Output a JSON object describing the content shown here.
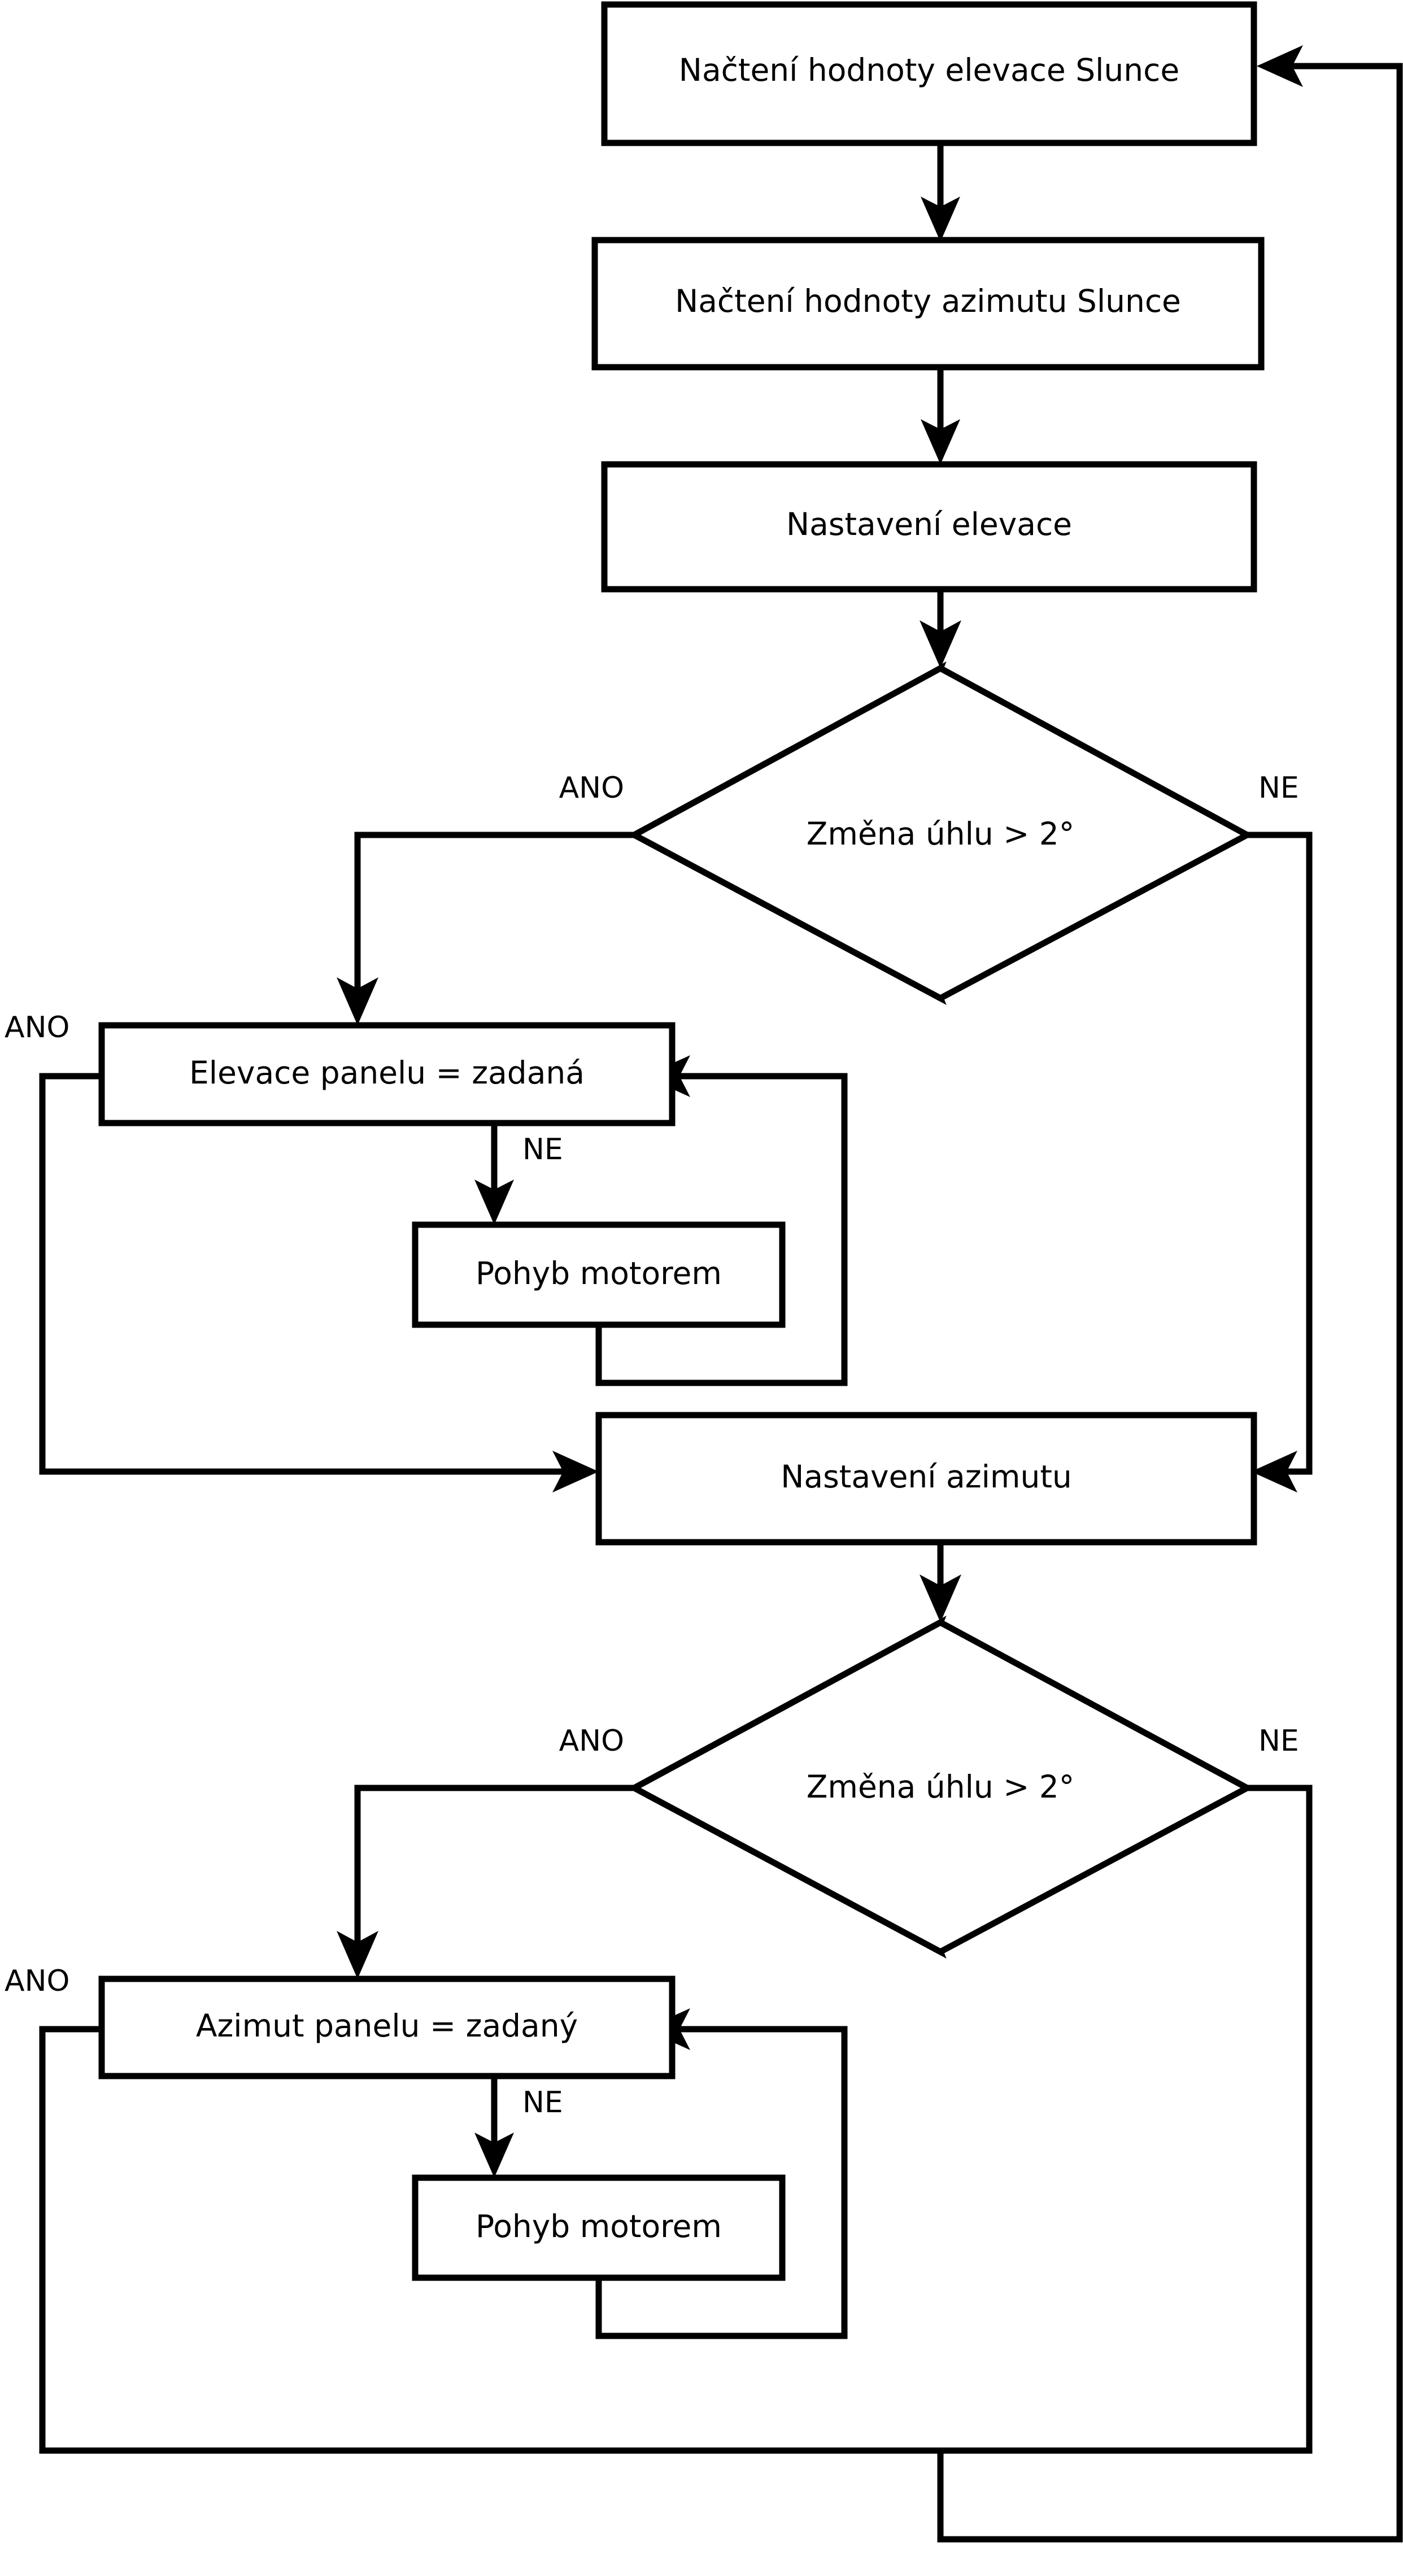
{
  "diagram": {
    "title": "Solar tracker control flowchart",
    "language": "cs",
    "colors": {
      "stroke": "#000000",
      "fill": "#ffffff",
      "text": "#000000"
    },
    "nodes": {
      "read_elevation": {
        "label": "Načtení hodnoty elevace Slunce",
        "shape": "process"
      },
      "read_azimuth": {
        "label": "Načtení hodnoty azimutu Slunce",
        "shape": "process"
      },
      "set_elevation": {
        "label": "Nastavení elevace",
        "shape": "process"
      },
      "decision_elevation": {
        "label": "Změna úhlu > 2°",
        "shape": "decision"
      },
      "panel_elevation_check": {
        "label": "Elevace panelu = zadaná",
        "shape": "process"
      },
      "motor_move_elevation": {
        "label": "Pohyb motorem",
        "shape": "process"
      },
      "set_azimuth": {
        "label": "Nastavení azimutu",
        "shape": "process"
      },
      "decision_azimuth": {
        "label": "Změna úhlu > 2°",
        "shape": "decision"
      },
      "panel_azimuth_check": {
        "label": "Azimut panelu = zadaný",
        "shape": "process"
      },
      "motor_move_azimuth": {
        "label": "Pohyb motorem",
        "shape": "process"
      }
    },
    "edge_labels": {
      "dec_elev_yes": "ANO",
      "dec_elev_no": "NE",
      "panel_elev_yes": "ANO",
      "panel_elev_no": "NE",
      "dec_azim_yes": "ANO",
      "dec_azim_no": "NE",
      "panel_azim_yes": "ANO",
      "panel_azim_no": "NE"
    }
  }
}
